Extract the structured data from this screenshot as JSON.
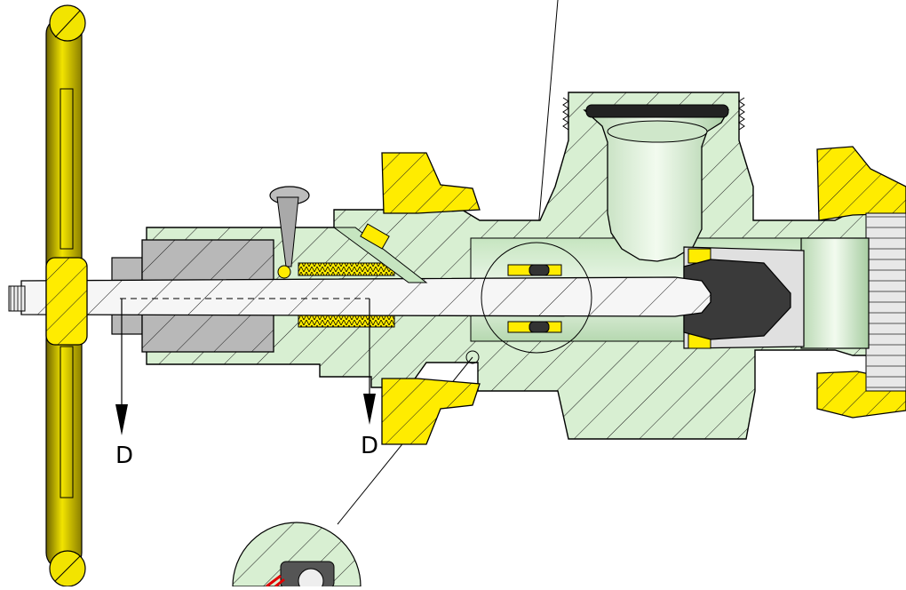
{
  "drawing": {
    "section_arrow_left_label": "D",
    "section_arrow_right_label": "D"
  },
  "colors": {
    "body_green": "#d8efd2",
    "bore_green": "#c6e5c0",
    "handwheel_yellow": "#f2e400",
    "handwheel_dark": "#6e6400",
    "nut_yellow": "#ffec00",
    "packing_grey": "#b8b8b8",
    "stem_white": "#f6f6f6",
    "plug_dark": "#3a3a3a",
    "seat_grey": "#cfcfcf",
    "outline": "#000000",
    "detail_marker_red": "#e10000"
  },
  "parts": [
    "handwheel-icon",
    "valve-body-section",
    "stem",
    "packing-gland",
    "gland-nut",
    "union-nut",
    "outlet-port",
    "valve-plug",
    "grease-fitting",
    "lock-pin",
    "detail-view-circle",
    "section-arrows"
  ]
}
